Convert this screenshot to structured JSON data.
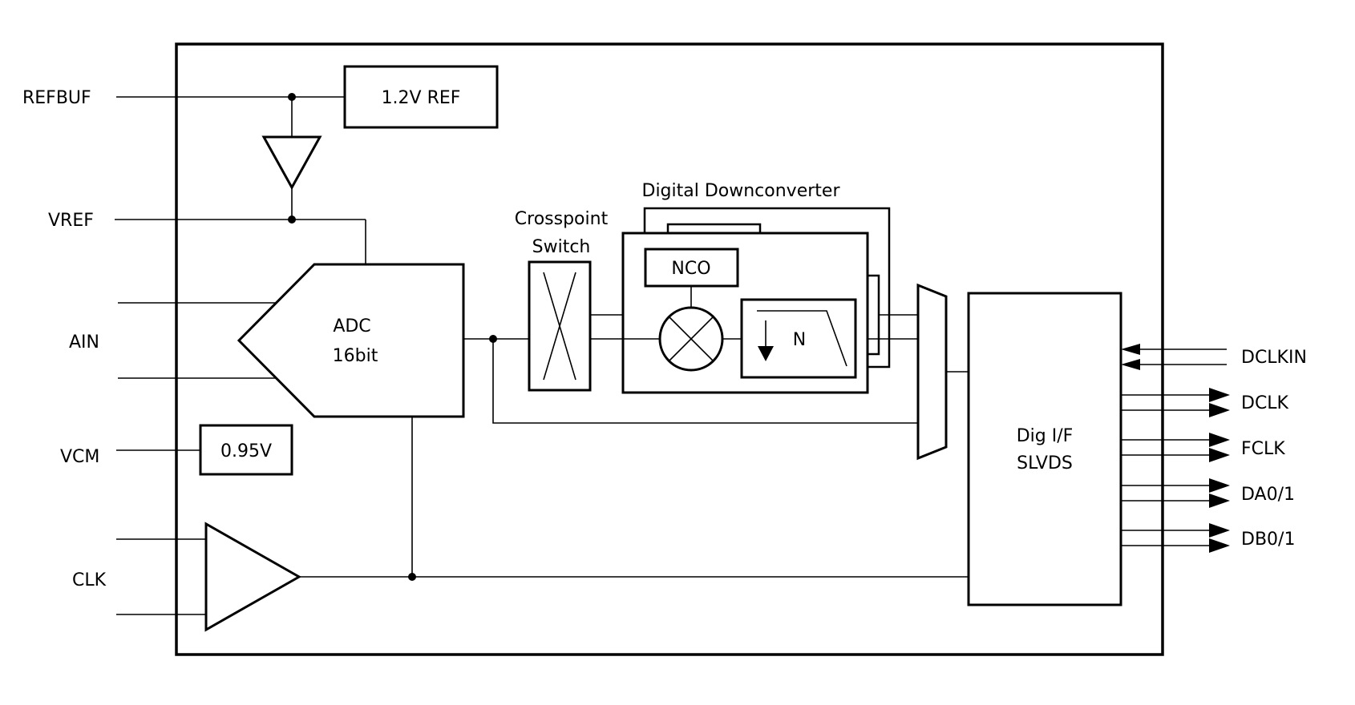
{
  "pins": {
    "refbuf": "REFBUF",
    "vref": "VREF",
    "ain": "AIN",
    "vcm": "VCM",
    "clk": "CLK",
    "dclkin": "DCLKIN",
    "dclk": "DCLK",
    "fclk": "FCLK",
    "da01": "DA0/1",
    "db01": "DB0/1"
  },
  "blocks": {
    "ref": "1.2V REF",
    "vcm_ref": "0.95V",
    "adc_line1": "ADC",
    "adc_line2": "16bit",
    "crosspoint_line1": "Crosspoint",
    "crosspoint_line2": "Switch",
    "ddc_title": "Digital Downconverter",
    "nco": "NCO",
    "decimation": "N",
    "digif_line1": "Dig I/F",
    "digif_line2": "SLVDS"
  },
  "colors": {
    "line": "#000000",
    "background": "#ffffff"
  }
}
